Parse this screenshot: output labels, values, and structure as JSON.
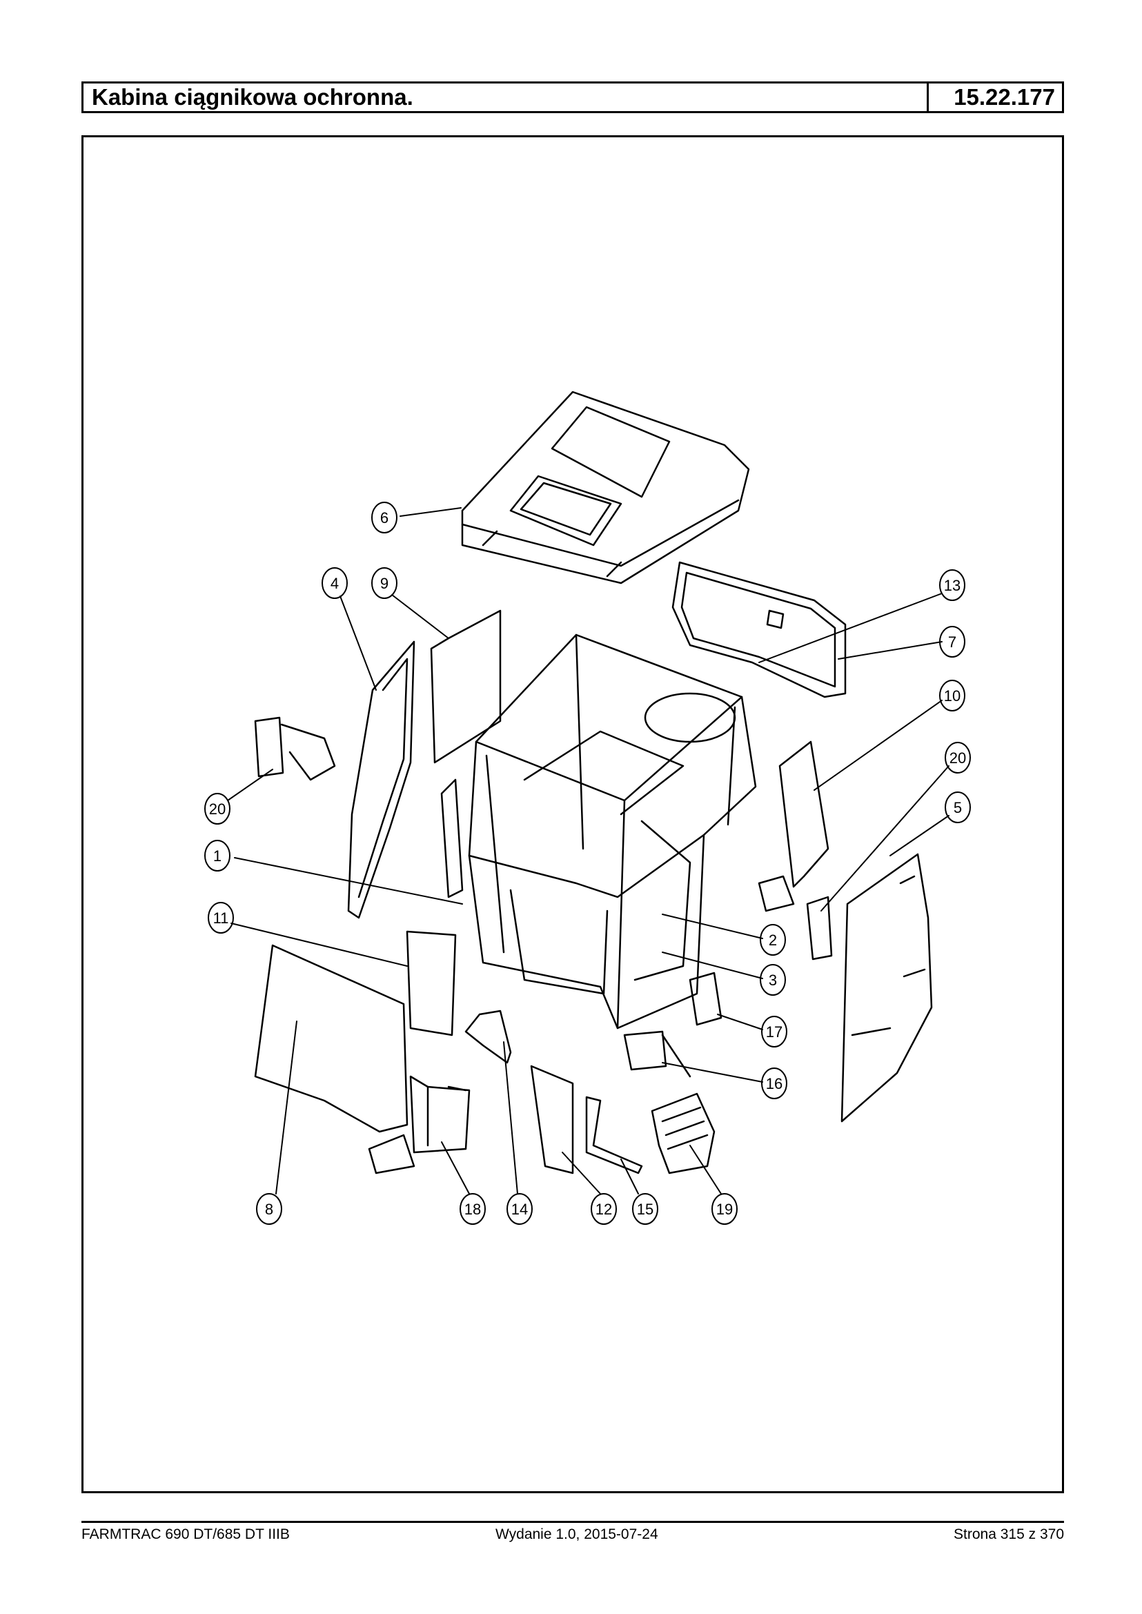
{
  "header": {
    "title": "Kabina ciągnikowa ochronna.",
    "code": "15.22.177"
  },
  "callouts": {
    "c1": "1",
    "c2": "2",
    "c3": "3",
    "c4": "4",
    "c5": "5",
    "c6": "6",
    "c7": "7",
    "c8": "8",
    "c9": "9",
    "c10": "10",
    "c11": "11",
    "c12": "12",
    "c13": "13",
    "c14": "14",
    "c15": "15",
    "c16": "16",
    "c17": "17",
    "c18": "18",
    "c19": "19",
    "c20a": "20",
    "c20b": "20"
  },
  "footer": {
    "model": "FARMTRAC 690 DT/685 DT IIIB",
    "edition": "Wydanie 1.0,  2015-07-24",
    "page": "Strona 315 z 370"
  }
}
